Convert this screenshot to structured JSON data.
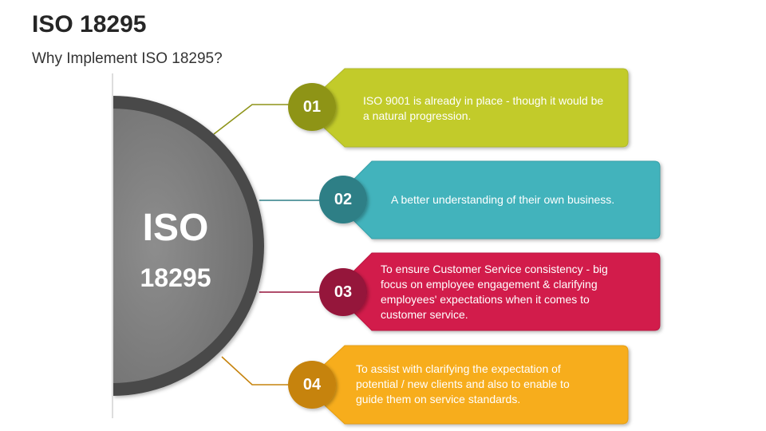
{
  "title": "ISO 18295",
  "subtitle": "Why Implement ISO 18295?",
  "center": {
    "line1": "ISO",
    "line2": "18295"
  },
  "items": [
    {
      "number": "01",
      "text": "ISO 9001 is already in place - though it would be a natural progression.",
      "color": "#c2cb2a",
      "circle_color": "#8e9419"
    },
    {
      "number": "02",
      "text": "A better understanding of their own business.",
      "color": "#42b3bc",
      "circle_color": "#2f7f86"
    },
    {
      "number": "03",
      "text": "To ensure Customer Service consistency - big focus on employee engagement & clarifying employees' expectations when it comes to customer service.",
      "color": "#d21c4c",
      "circle_color": "#95123a"
    },
    {
      "number": "04",
      "text": "To assist with clarifying the expectation of potential / new clients and also to enable to guide them on service standards.",
      "color": "#f7ad1b",
      "circle_color": "#c6830d"
    }
  ]
}
